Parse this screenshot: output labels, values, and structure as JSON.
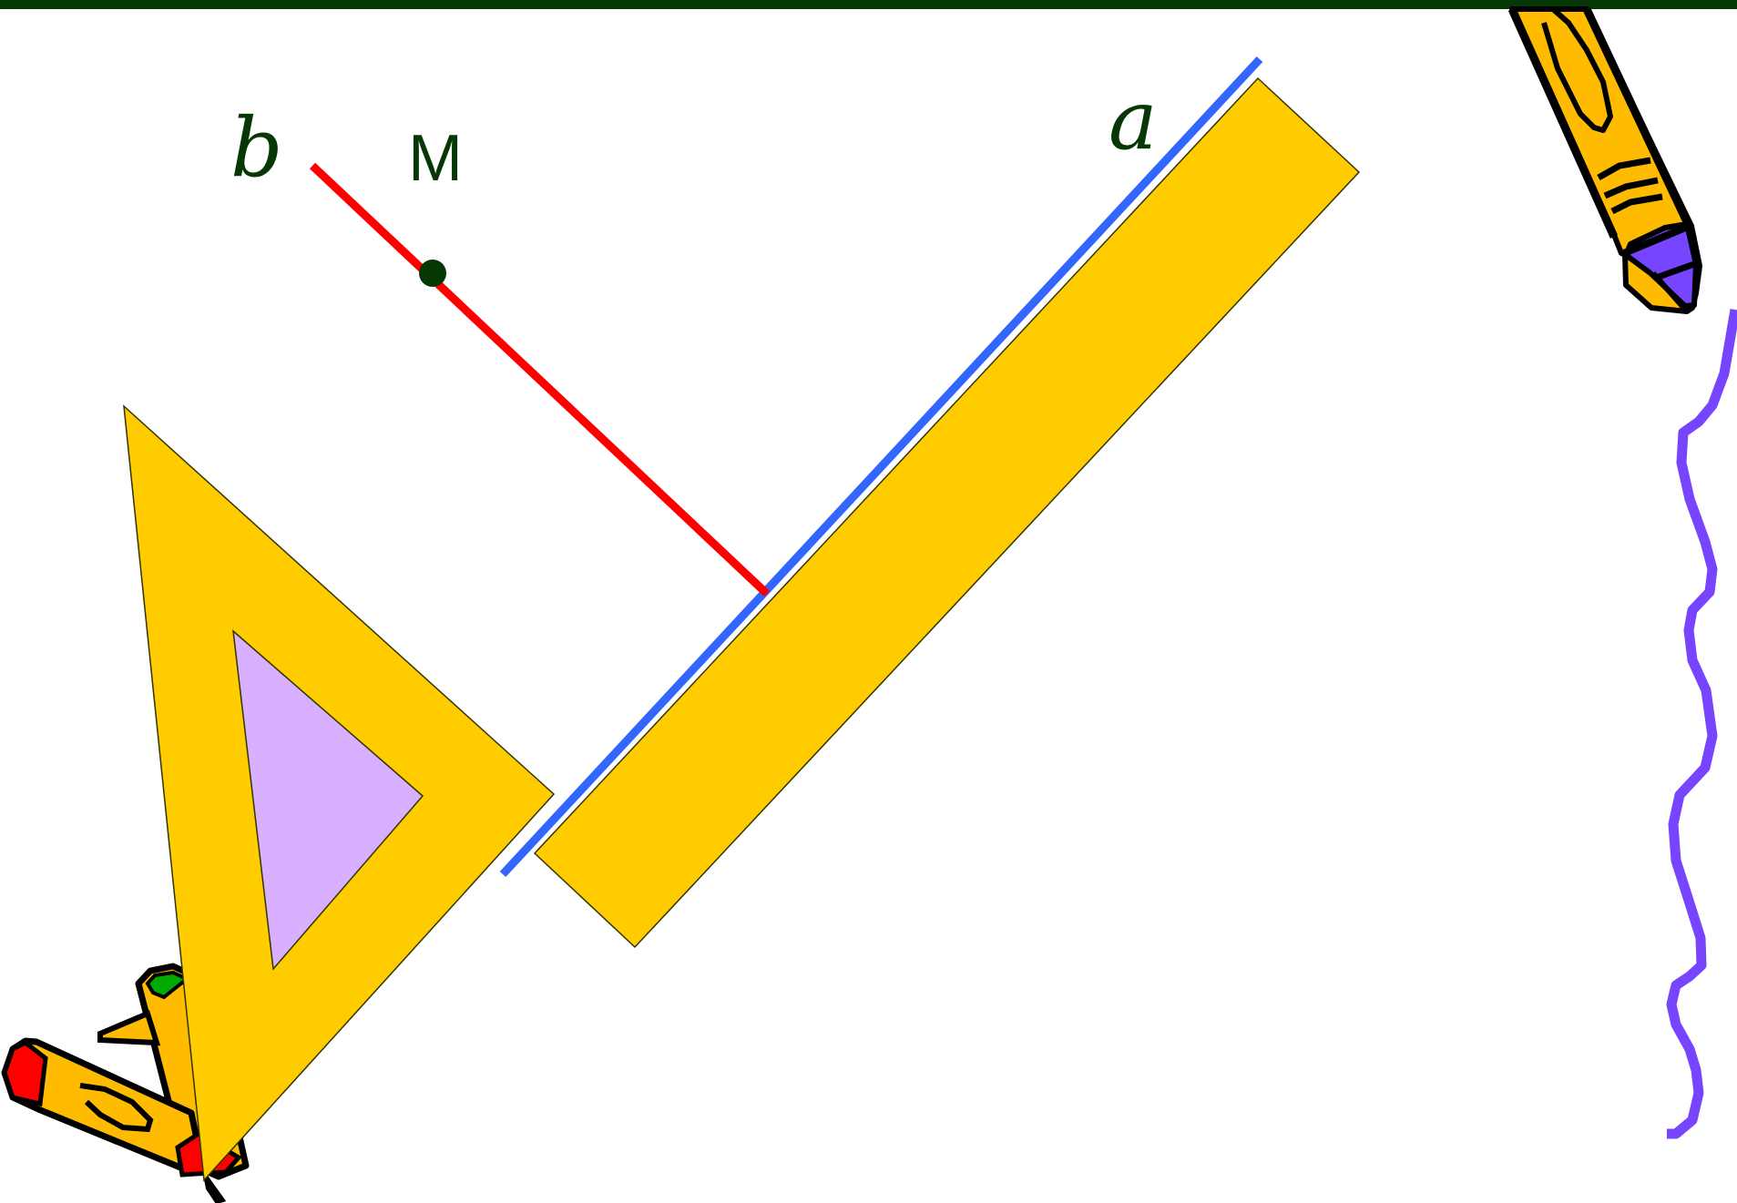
{
  "labels": {
    "line_b": "b",
    "line_a": "a",
    "point_m": "M"
  },
  "colors": {
    "top_bar": "#063806",
    "line_b": "#ff0000",
    "line_a": "#3366ff",
    "point_m": "#063806",
    "label_text": "#063806",
    "ruler_fill": "#ffcc00",
    "triangle_fill": "#ffcc00",
    "triangle_window": "#d9b0ff",
    "squiggle": "#7744ff",
    "pencil_body": "#ffbb00",
    "pencil_outline": "#000000",
    "pencil_eraser": "#ff0000",
    "pencil_tip_green": "#00aa00"
  },
  "icons": {
    "pencil_top_right": "pencil-icon",
    "pencils_bottom_left": "pencils-icon"
  }
}
